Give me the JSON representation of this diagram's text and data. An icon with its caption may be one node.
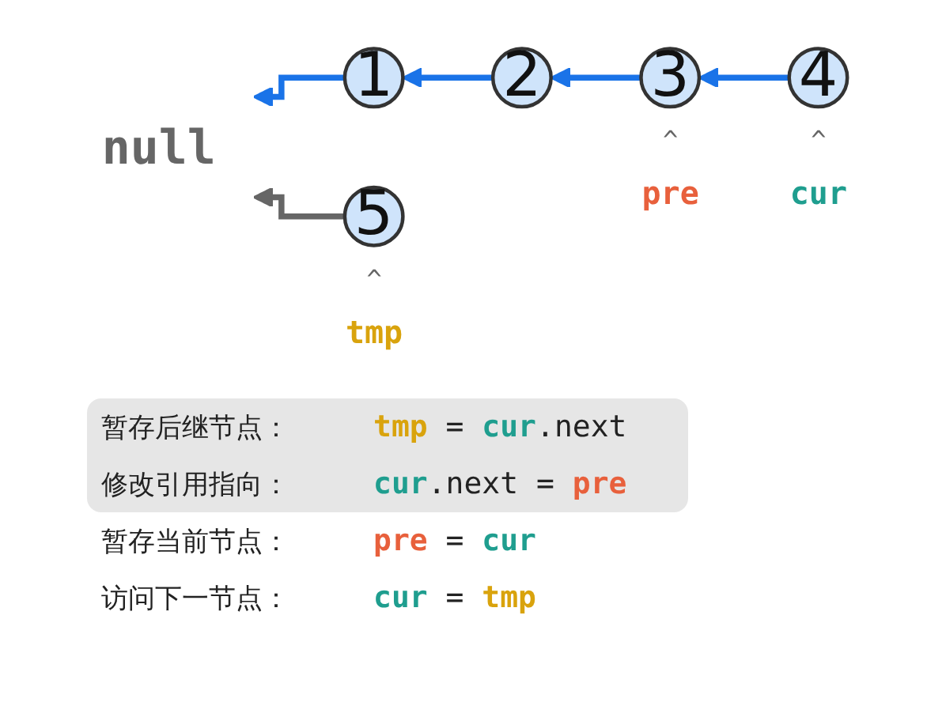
{
  "diagram": {
    "nodes": [
      {
        "text": [
          "1"
        ]
      },
      {
        "text": [
          "2"
        ]
      },
      {
        "text": [
          "3"
        ],
        "beside": [
          "^",
          "pre"
        ]
      },
      {
        "text": [
          "4"
        ],
        "beside": [
          "^",
          "cur"
        ]
      },
      {
        "text": [
          "5"
        ],
        "beside": [
          "^",
          "tmp"
        ]
      },
      {
        "text": [
          "null"
        ]
      }
    ],
    "edges": [
      {
        "from": 1,
        "to": 0,
        "arrow": "to"
      },
      {
        "from": 2,
        "to": 1,
        "arrow": "to"
      },
      {
        "from": 3,
        "to": 2,
        "arrow": "to"
      },
      {
        "from": 0,
        "to": 5,
        "arrow": "to"
      },
      {
        "from": 4,
        "to": 5,
        "arrow": "to",
        "color": "#666666"
      }
    ],
    "labels": [
      "暂存后继节点：",
      "tmp = cur.next",
      "修改引用指向：",
      "cur.next = pre",
      "暂存当前节点：",
      "pre = cur",
      "访问下一节点：",
      "cur = tmp"
    ]
  }
}
